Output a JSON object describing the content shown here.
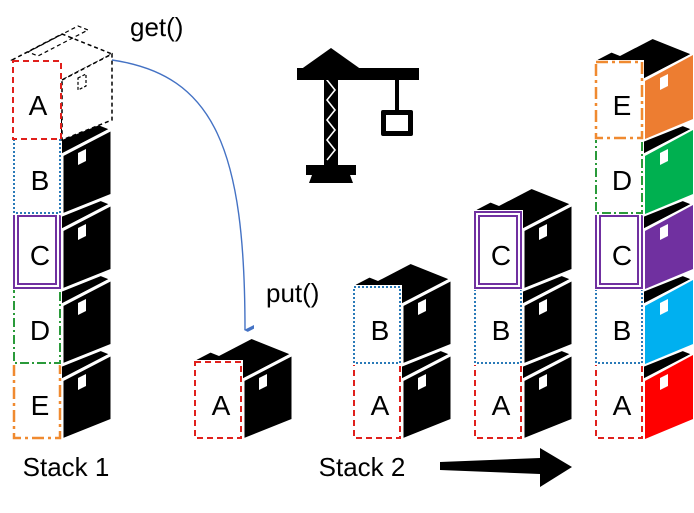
{
  "labels": {
    "get": "get()",
    "put": "put()",
    "stack1": "Stack 1",
    "stack2": "Stack 2"
  },
  "boxes": {
    "a": "A",
    "b": "B",
    "c": "C",
    "d": "D",
    "e": "E"
  },
  "icons": {
    "crane": "crane-icon",
    "arrow": "right-arrow-icon",
    "box": "box-icon"
  },
  "colors": {
    "box_body": "#000000",
    "a_border": "#e0201c",
    "b_border": "#2a7ab8",
    "c_border": "#7030a0",
    "d_border": "#2a9a3a",
    "e_border": "#f08a30",
    "get_arrow": "#4472c4",
    "final_a": "#ff0000",
    "final_b": "#00b0f0",
    "final_c": "#7030a0",
    "final_d": "#00b050",
    "final_e": "#ed7d31"
  }
}
